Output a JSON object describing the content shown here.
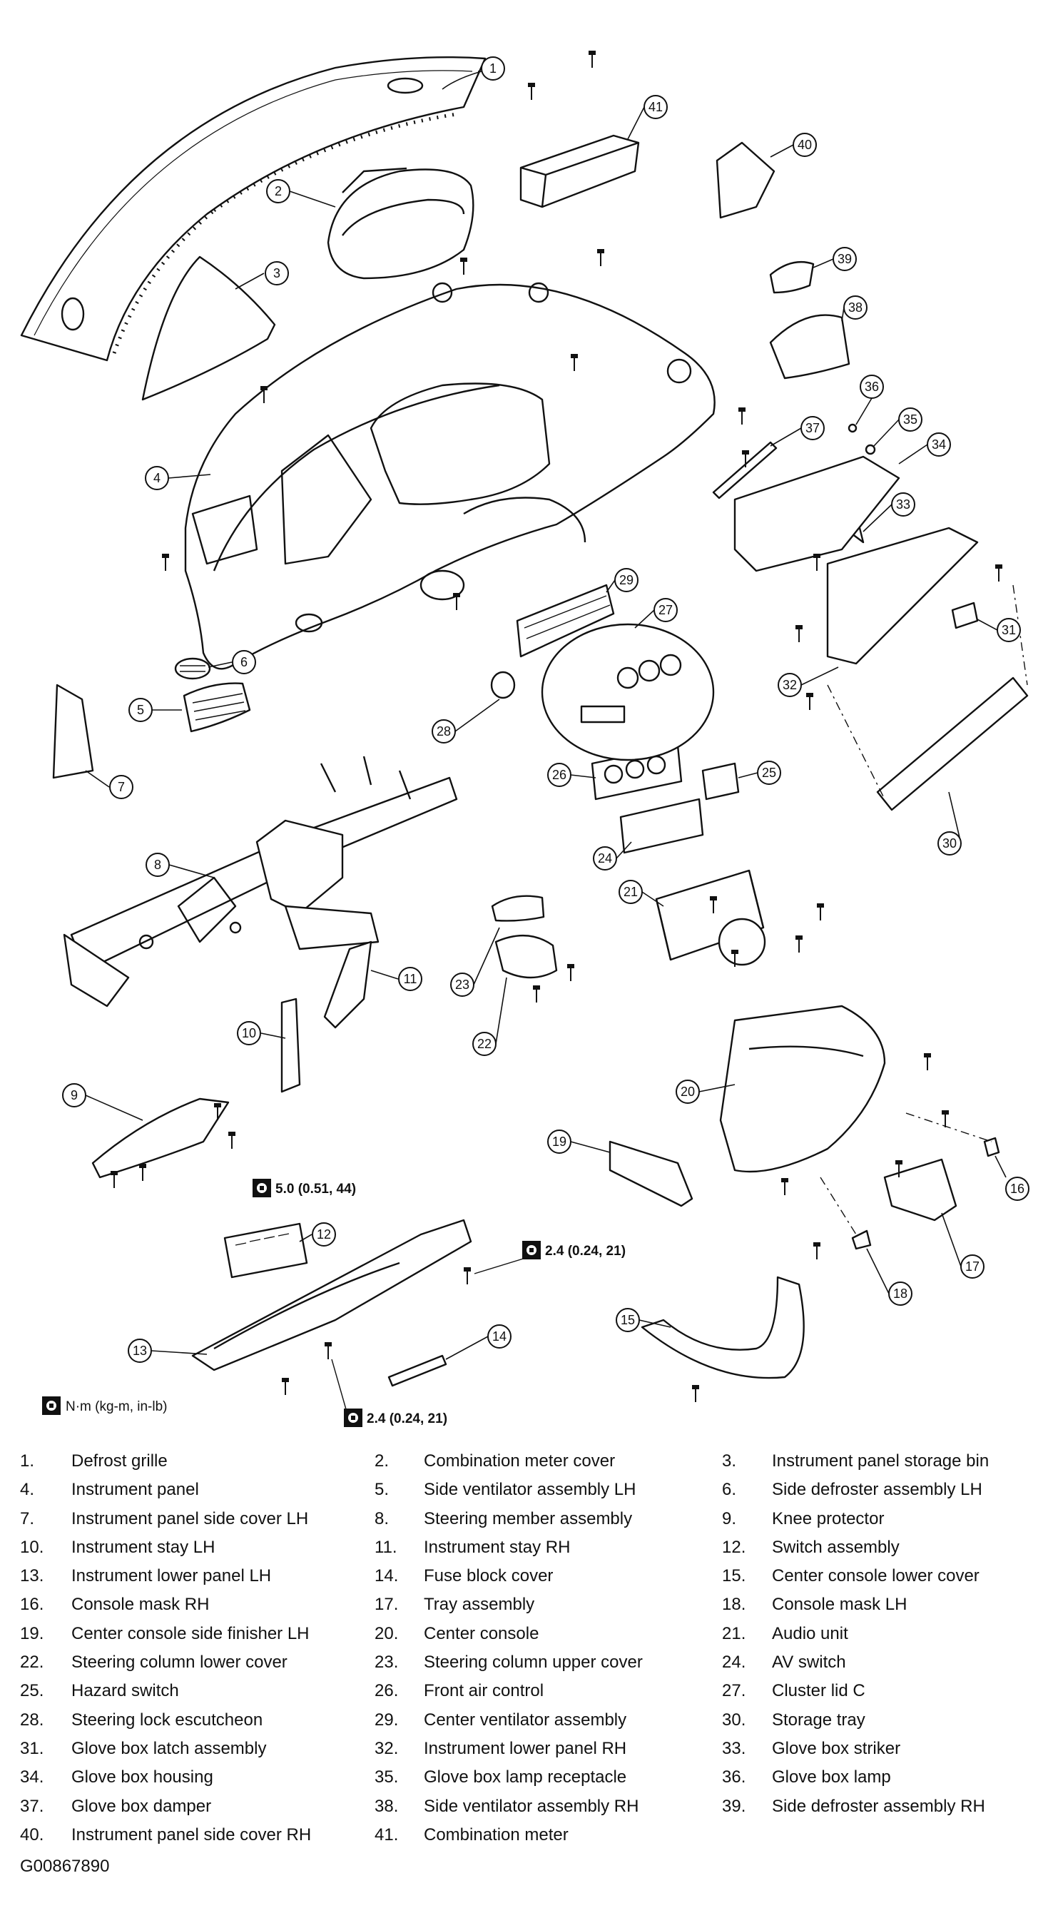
{
  "figure_id": "G00867890",
  "torque_units_label": "N·m (kg-m, in-lb)",
  "torque_specs": {
    "a": "5.0 (0.51, 44)",
    "b": "2.4 (0.24, 21)",
    "c": "2.4 (0.24, 21)"
  },
  "callouts": [
    "1",
    "2",
    "3",
    "4",
    "5",
    "6",
    "7",
    "8",
    "9",
    "10",
    "11",
    "12",
    "13",
    "14",
    "15",
    "16",
    "17",
    "18",
    "19",
    "20",
    "21",
    "22",
    "23",
    "24",
    "25",
    "26",
    "27",
    "28",
    "29",
    "30",
    "31",
    "32",
    "33",
    "34",
    "35",
    "36",
    "37",
    "38",
    "39",
    "40",
    "41"
  ],
  "legend_rows": [
    [
      {
        "num": "1.",
        "label": "Defrost grille"
      },
      {
        "num": "2.",
        "label": "Combination meter cover"
      },
      {
        "num": "3.",
        "label": "Instrument panel storage bin"
      }
    ],
    [
      {
        "num": "4.",
        "label": "Instrument panel"
      },
      {
        "num": "5.",
        "label": "Side ventilator assembly LH"
      },
      {
        "num": "6.",
        "label": "Side defroster assembly LH"
      }
    ],
    [
      {
        "num": "7.",
        "label": "Instrument panel side cover LH"
      },
      {
        "num": "8.",
        "label": "Steering member assembly"
      },
      {
        "num": "9.",
        "label": "Knee protector"
      }
    ],
    [
      {
        "num": "10.",
        "label": "Instrument stay LH"
      },
      {
        "num": "11.",
        "label": "Instrument stay RH"
      },
      {
        "num": "12.",
        "label": "Switch assembly"
      }
    ],
    [
      {
        "num": "13.",
        "label": "Instrument lower panel LH"
      },
      {
        "num": "14.",
        "label": "Fuse block cover"
      },
      {
        "num": "15.",
        "label": "Center console lower cover"
      }
    ],
    [
      {
        "num": "16.",
        "label": "Console mask RH"
      },
      {
        "num": "17.",
        "label": "Tray assembly"
      },
      {
        "num": "18.",
        "label": "Console mask LH"
      }
    ],
    [
      {
        "num": "19.",
        "label": "Center console side finisher LH"
      },
      {
        "num": "20.",
        "label": "Center console"
      },
      {
        "num": "21.",
        "label": "Audio unit"
      }
    ],
    [
      {
        "num": "22.",
        "label": "Steering column lower cover"
      },
      {
        "num": "23.",
        "label": "Steering column upper cover"
      },
      {
        "num": "24.",
        "label": "AV switch"
      }
    ],
    [
      {
        "num": "25.",
        "label": "Hazard switch"
      },
      {
        "num": "26.",
        "label": "Front air control"
      },
      {
        "num": "27.",
        "label": "Cluster lid C"
      }
    ],
    [
      {
        "num": "28.",
        "label": "Steering lock escutcheon"
      },
      {
        "num": "29.",
        "label": "Center ventilator assembly"
      },
      {
        "num": "30.",
        "label": "Storage tray"
      }
    ],
    [
      {
        "num": "31.",
        "label": "Glove box latch assembly"
      },
      {
        "num": "32.",
        "label": "Instrument lower panel RH"
      },
      {
        "num": "33.",
        "label": "Glove box striker"
      }
    ],
    [
      {
        "num": "34.",
        "label": "Glove box housing"
      },
      {
        "num": "35.",
        "label": "Glove box lamp receptacle"
      },
      {
        "num": "36.",
        "label": "Glove box lamp"
      }
    ],
    [
      {
        "num": "37.",
        "label": "Glove box damper"
      },
      {
        "num": "38.",
        "label": "Side ventilator assembly RH"
      },
      {
        "num": "39.",
        "label": "Side defroster assembly RH"
      }
    ],
    [
      {
        "num": "40.",
        "label": "Instrument panel side cover RH"
      },
      {
        "num": "41.",
        "label": "Combination meter"
      }
    ]
  ]
}
